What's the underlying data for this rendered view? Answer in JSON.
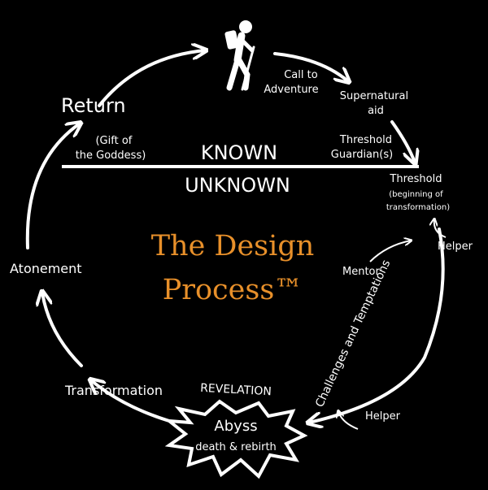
{
  "diagram": {
    "title_line1": "The Design",
    "title_line2": "Process™",
    "known": "KNOWN",
    "unknown": "UNKNOWN",
    "return": "Return",
    "gift_line1": "(Gift of",
    "gift_line2": "the Goddess)",
    "call_line1": "Call to",
    "call_line2": "Adventure",
    "supernatural_line1": "Supernatural",
    "supernatural_line2": "aid",
    "guardian_line1": "Threshold",
    "guardian_line2": "Guardian(s)",
    "threshold": "Threshold",
    "threshold_sub1": "(beginning of",
    "threshold_sub2": "transformation)",
    "helper_top": "Helper",
    "mentor": "Mentor",
    "challenges": "Challenges and Temptations",
    "helper_bottom": "Helper",
    "atonement": "Atonement",
    "transformation": "Transformation",
    "revelation": "REVELATION",
    "abyss": "Abyss",
    "death_rebirth": "death & rebirth",
    "colors": {
      "background": "#000000",
      "foreground": "#ffffff",
      "accent": "#e8902a"
    },
    "icons": {
      "hiker": "hiker-icon"
    }
  }
}
